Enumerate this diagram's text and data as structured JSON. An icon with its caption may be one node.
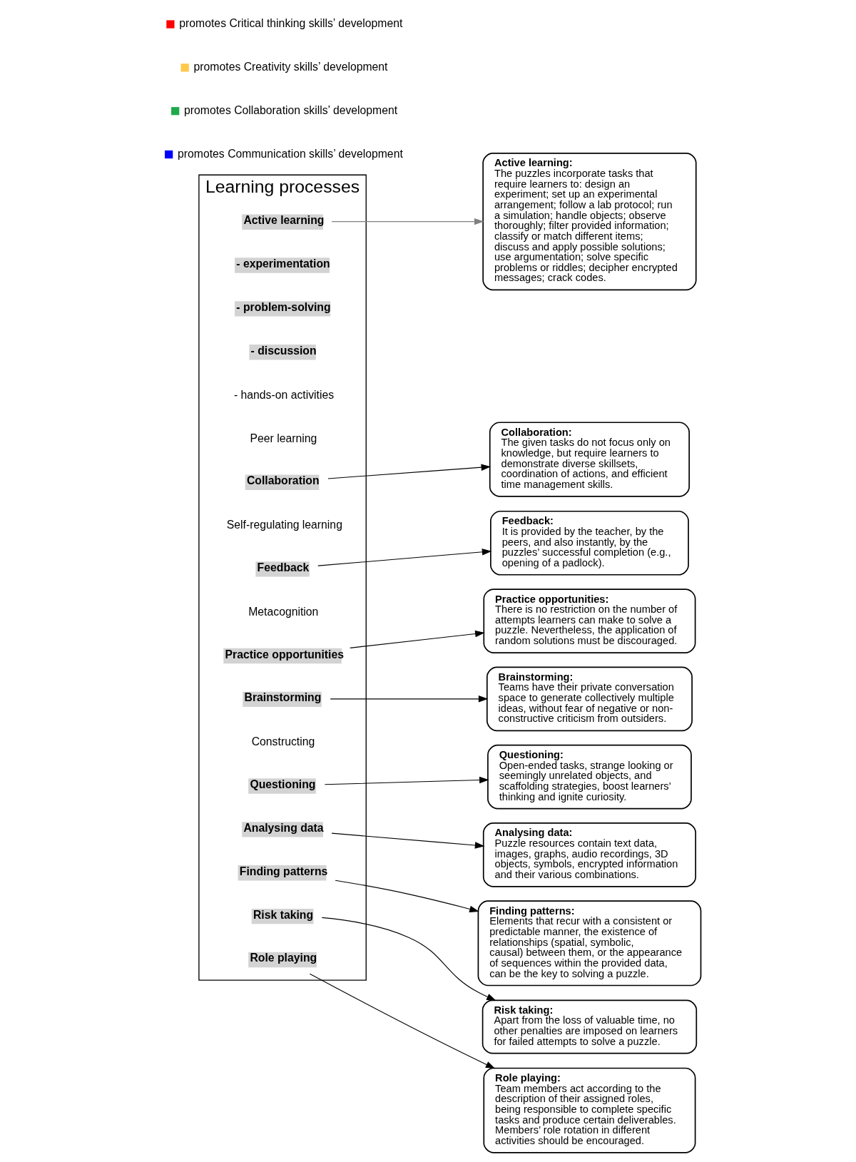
{
  "diagram": {
    "nodes": [
      {
        "text": [
          "Learning processes"
        ]
      },
      {
        "text": [
          "Active learning"
        ],
        "in": 0
      },
      {
        "text": [
          "- experimentation"
        ],
        "in": 0
      },
      {
        "text": [
          "- problem-solving"
        ],
        "in": 0
      },
      {
        "text": [
          "- discussion"
        ],
        "in": 0
      },
      {
        "text": [
          "- hands-on activities"
        ],
        "in": 0
      },
      {
        "text": [
          "Peer learning"
        ],
        "in": 0
      },
      {
        "text": [
          "Collaboration"
        ],
        "in": 0
      },
      {
        "text": [
          "Self-regulating learning"
        ],
        "in": 0
      },
      {
        "text": [
          "Feedback"
        ],
        "in": 0
      },
      {
        "text": [
          "Metacognition"
        ],
        "in": 0
      },
      {
        "text": [
          "Practice opportunities"
        ],
        "in": 0
      },
      {
        "text": [
          "Brainstorming"
        ],
        "in": 0
      },
      {
        "text": [
          "Constructing"
        ],
        "in": 0
      },
      {
        "text": [
          "Questioning"
        ],
        "in": 0
      },
      {
        "text": [
          "Analysing data"
        ],
        "in": 0
      },
      {
        "text": [
          "Finding patterns"
        ],
        "in": 0
      },
      {
        "text": [
          "Risk taking"
        ],
        "in": 0
      },
      {
        "text": [
          "Role playing"
        ],
        "in": 0
      },
      {
        "text": [
          "Active learning:",
          "The puzzles incorporate tasks that require learners to: design an experiment; set up an experimental arrangement; follow a lab protocol; run a simulation; handle objects; observe thoroughly; filter provided information; classify or match different items; discuss and apply possible solutions; use argumentation; solve specific problems or riddles; decipher encrypted messages; crack codes."
        ]
      },
      {
        "text": [
          "Collaboration:",
          "The given tasks do not focus only on knowledge, but require learners to demonstrate diverse skillsets, coordination of actions, and efficient time management skills."
        ]
      },
      {
        "text": [
          "Feedback:",
          "It is provided by the teacher, by the peers, and also instantly, by the puzzles’ successful completion (e.g., opening of a padlock)."
        ]
      },
      {
        "text": [
          "Practice opportunities:",
          "There is no restriction on the number of attempts learners can make to solve a puzzle. Nevertheless, the application of random solutions must be discouraged."
        ]
      },
      {
        "text": [
          "Brainstorming:",
          "Teams have their private conversation space to generate collectively multiple ideas, without fear of negative or non-constructive criticism from outsiders."
        ]
      },
      {
        "text": [
          "Questioning:",
          "Open-ended tasks, strange looking or seemingly unrelated objects, and scaffolding strategies, boost learners’ thinking and ignite curiosity."
        ]
      },
      {
        "text": [
          "Analysing data:",
          "Puzzle resources contain text data, images, graphs, audio recordings, 3D objects, symbols, encrypted information and their various combinations."
        ]
      },
      {
        "text": [
          "Role playing:",
          "Team members act according to the description of their assigned roles, being responsible to complete specific tasks and produce certain deliverables. Members’ role rotation in different activities should be encouraged."
        ]
      },
      {
        "text": [
          "Risk taking:",
          "Apart from the loss of valuable time, no other penalties are imposed on learners for failed attempts to solve a puzzle."
        ]
      },
      {
        "text": [
          "Finding patterns:",
          "Elements that recur with a consistent or predictable manner, the existence of relationships (spatial, symbolic, causal) between them, or the appearance of sequences within the provided data, can be the key to solving a puzzle."
        ]
      }
    ],
    "edges": [
      {
        "from": 1,
        "to": 19,
        "arrow": "to",
        "color": "#808080"
      },
      {
        "from": 7,
        "to": 20,
        "arrow": "to"
      },
      {
        "from": 9,
        "to": 21,
        "arrow": "to"
      },
      {
        "from": 11,
        "to": 22,
        "arrow": "to"
      },
      {
        "from": 12,
        "to": 23,
        "arrow": "to"
      },
      {
        "from": 14,
        "to": 24,
        "arrow": "to"
      },
      {
        "from": 15,
        "to": 25,
        "arrow": "to"
      },
      {
        "from": 18,
        "to": 26,
        "arrow": "to"
      },
      {
        "from": 17,
        "to": 27,
        "arrow": "to"
      },
      {
        "from": 16,
        "to": 28,
        "arrow": "to"
      }
    ],
    "legend": [
      {
        "text": "promotes Critical thinking skills’ development",
        "color": "#ff0000"
      },
      {
        "text": "promotes Creativity skills’ development",
        "color": "#ffc84a"
      },
      {
        "text": "promotes Collaboration skills’ development",
        "color": "#1faa4a"
      },
      {
        "text": "promotes Communication skills’ development",
        "color": "#0000ff"
      }
    ]
  }
}
